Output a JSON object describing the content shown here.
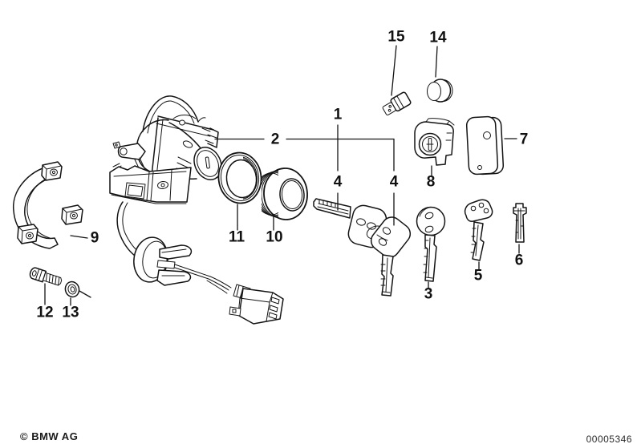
{
  "footer": {
    "copyright": "© BMW AG",
    "drawing_number": "00005346"
  },
  "callouts": {
    "c1": "1",
    "c2": "2",
    "c3": "3",
    "c4a": "4",
    "c4b": "4",
    "c5": "5",
    "c6": "6",
    "c7": "7",
    "c8": "8",
    "c9": "9",
    "c10": "10",
    "c11": "11",
    "c12": "12",
    "c13": "13",
    "c14": "14",
    "c15": "15"
  },
  "colors": {
    "ink": "#141414",
    "background": "#ffffff"
  }
}
